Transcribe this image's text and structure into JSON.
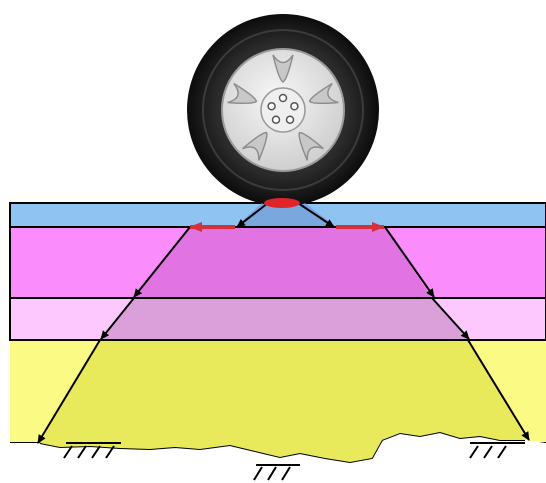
{
  "layers": [
    {
      "id": "surface-layer",
      "color": "#8fc3f2"
    },
    {
      "id": "base-layer",
      "color": "#fb8cfb"
    },
    {
      "id": "subbase-layer",
      "color": "#fdc8fd"
    },
    {
      "id": "subgrade-layer",
      "color": "#fafa84"
    }
  ],
  "pressure_zone": {
    "surface": "#7aa7dd",
    "base": "#e273e3",
    "subbase": "#dba0d9",
    "subgrade": "#e9e95c"
  },
  "wheel": {
    "tire_color": "#1a1a1a",
    "rim_color": "#e3e3e3",
    "spokes": 5,
    "lug_nuts": 5
  },
  "contact_patch_color": "#e0252a",
  "spread_arrow_color": "#d7303a",
  "load_line_color": "#000000",
  "icons": [
    "wheel-icon",
    "ground-hatch-icon"
  ]
}
